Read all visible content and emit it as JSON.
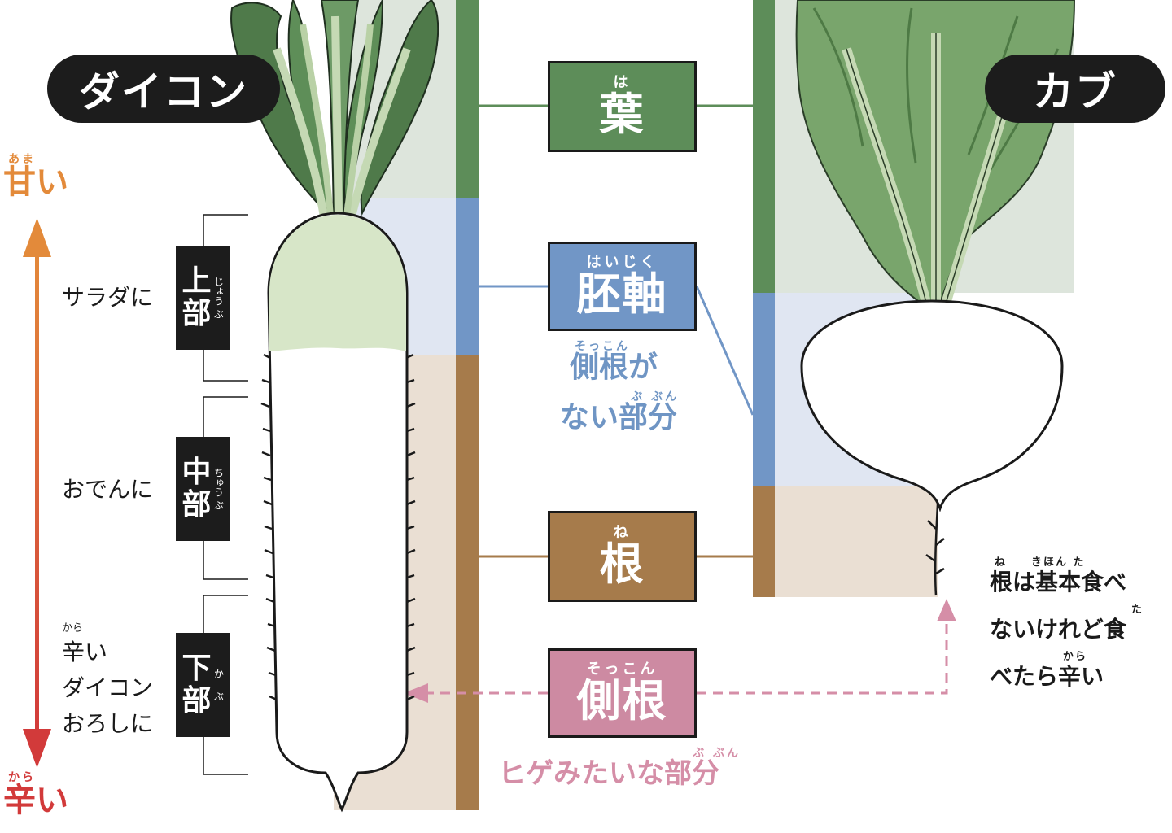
{
  "titles": {
    "daikon": "ダイコン",
    "kabu": "カブ"
  },
  "taste_scale": {
    "top_reading": "あま",
    "top_label": "甘い",
    "bottom_reading": "から",
    "bottom_label": "辛い",
    "arrow_colors": {
      "top": "#e38a3a",
      "bottom": "#d23a3a"
    }
  },
  "sections": [
    {
      "kanji1": "上",
      "kanji2": "部",
      "reading1": "じょう",
      "reading2": "ぶ",
      "use": "サラダに"
    },
    {
      "kanji1": "中",
      "kanji2": "部",
      "reading1": "ちゅう",
      "reading2": "ぶ",
      "use": "おでんに"
    },
    {
      "kanji1": "下",
      "kanji2": "部",
      "reading1": "か",
      "reading2": "ぶ",
      "use_reading": "から",
      "use": "辛い\nダイコン\nおろしに"
    }
  ],
  "parts": {
    "leaf": {
      "reading": "は",
      "label": "葉",
      "color": "#5d8d59"
    },
    "hypocotyl": {
      "reading": "はいじく",
      "label": "胚軸",
      "color": "#7196c6"
    },
    "root": {
      "reading": "ね",
      "label": "根",
      "color": "#a67b4b"
    },
    "lateral_root": {
      "reading": "そっこん",
      "label": "側根",
      "color": "#cd8aa2"
    }
  },
  "hypocotyl_note": {
    "line1_reading": "そっこん",
    "line1": "側根が",
    "line2_reading": "ぶ ぶん",
    "line2": "ない部分"
  },
  "lateral_note": {
    "reading": "ぶ ぶん",
    "label": "ヒゲみたいな部分"
  },
  "kabu_note": {
    "line1_reading": "ね　　きほん た",
    "line1": "根は基本食べ",
    "line2_reading": "た",
    "line2": "ないけれど食",
    "line3_reading": "から",
    "line3": "べたら辛い"
  }
}
